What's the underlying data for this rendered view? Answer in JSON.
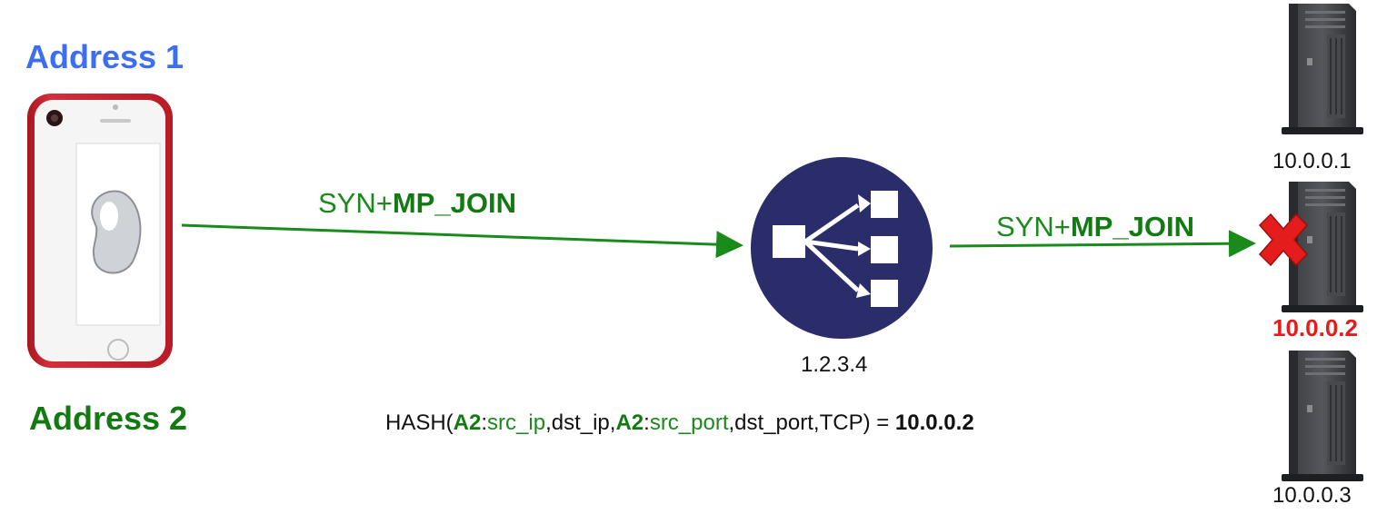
{
  "client": {
    "address1_label": "Address 1",
    "address2_label": "Address 2"
  },
  "arrows": {
    "client_to_lb": {
      "prefix": "SYN+",
      "option": "MP_JOIN"
    },
    "lb_to_server": {
      "prefix": "SYN+",
      "option": "MP_JOIN"
    }
  },
  "load_balancer": {
    "ip": "1.2.3.4"
  },
  "servers": [
    {
      "ip": "10.0.0.1",
      "status": "normal"
    },
    {
      "ip": "10.0.0.2",
      "status": "failed"
    },
    {
      "ip": "10.0.0.3",
      "status": "normal"
    }
  ],
  "hash": {
    "func": "HASH(",
    "a2_a": "A2",
    "colon_a": ":",
    "src_ip": "src_ip",
    "mid1": ",dst_ip,",
    "a2_b": "A2",
    "colon_b": ":",
    "src_port": "src_port",
    "tail": ",dst_port,TCP) = ",
    "result": "10.0.0.2"
  },
  "colors": {
    "address1": "#3d6ef0",
    "address2": "#137a13",
    "arrow": "#1a8a1a",
    "lb_circle": "#2b2d6b",
    "fail_mark": "#e51c1c",
    "phone_body": "#c8202b"
  },
  "icons": [
    "phone-icon",
    "load-balancer-icon",
    "server-tower-icon",
    "failure-x-icon"
  ]
}
